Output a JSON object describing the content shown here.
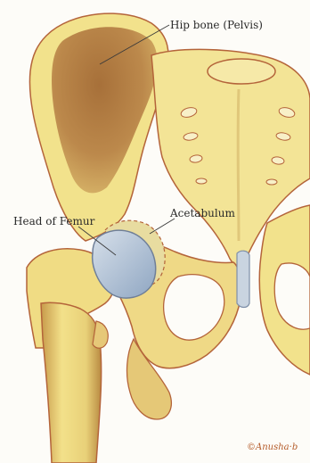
{
  "labels": {
    "hip_bone": "Hip bone (Pelvis)",
    "head_of_femur": "Head of Femur",
    "acetabulum": "Acetabulum"
  },
  "signature": "©Anusha·b",
  "colors": {
    "bone_fill": "#f2e28c",
    "bone_shadow": "#c9a04a",
    "bone_outline": "#b4643a",
    "femur_head": "#b9c9dc",
    "cartilage": "#e8dca0",
    "inner_iliac": "#b77f48",
    "background": "#fdfcf8"
  }
}
